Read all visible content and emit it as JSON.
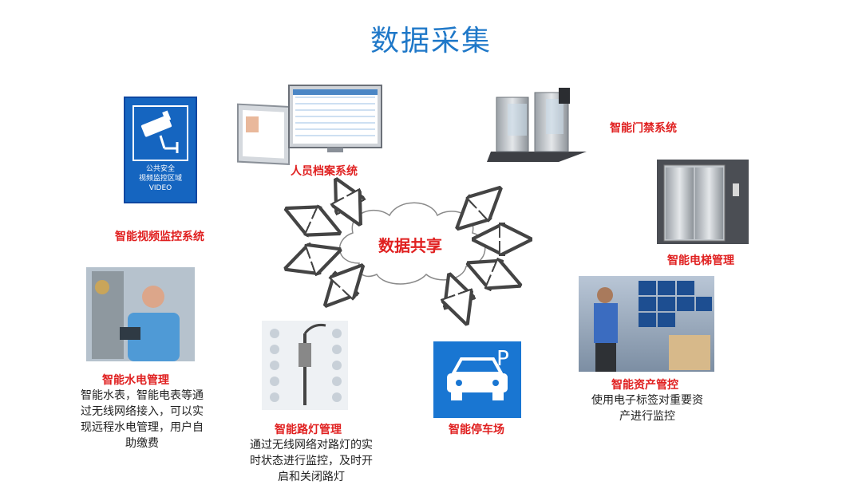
{
  "title": "数据采集",
  "center": {
    "label": "数据共享"
  },
  "nodes": {
    "video": {
      "label": "智能视频监控系统",
      "sign_lines": [
        "公共安全",
        "视频监控区域",
        "VIDEO"
      ]
    },
    "personnel": {
      "label": "人员档案系统"
    },
    "access": {
      "label": "智能门禁系统"
    },
    "elevator": {
      "label": "智能电梯管理"
    },
    "water": {
      "label": "智能水电管理",
      "desc_lines": [
        "智能水表，智能电表等通",
        "过无线网络接入，可以实",
        "现远程水电管理，用户自",
        "助缴费"
      ]
    },
    "streetlight": {
      "label": "智能路灯管理",
      "desc_lines": [
        "通过无线网络对路灯的实",
        "时状态进行监控，及时开",
        "启和关闭路灯"
      ]
    },
    "parking": {
      "label": "智能停车场",
      "sign_letter": "P"
    },
    "asset": {
      "label": "智能资产管控",
      "desc_lines": [
        "使用电子标签对重要资",
        "产进行监控"
      ]
    }
  },
  "colors": {
    "title": "#1f78c8",
    "label": "#e02020",
    "sign_blue": "#1565c0",
    "parking_blue": "#1976d2"
  }
}
